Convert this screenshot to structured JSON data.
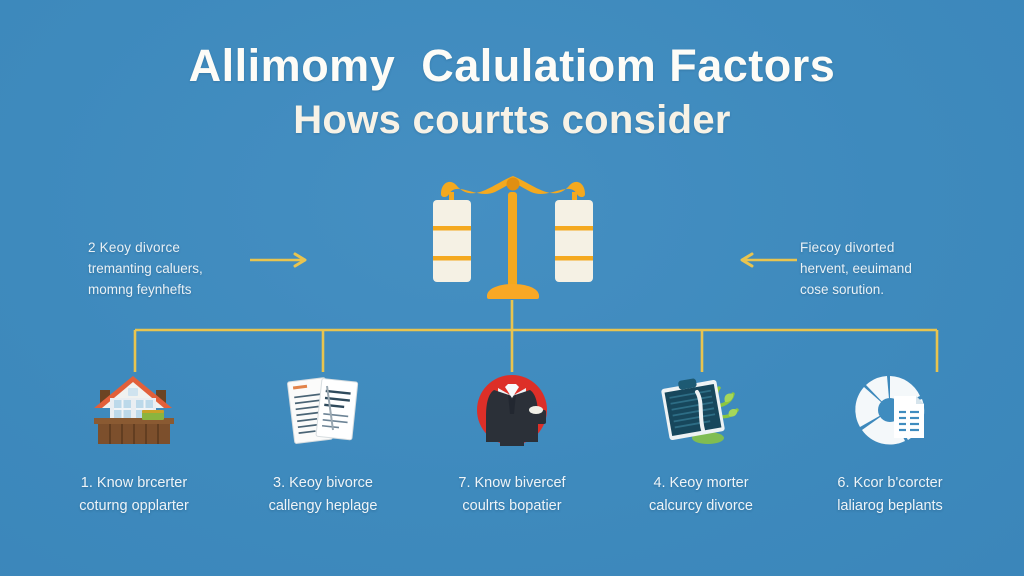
{
  "title": {
    "line1": "Allimomy  Calulatiom Factors",
    "line2": "Hows courtts consider"
  },
  "colors": {
    "background": "#3f8cbf",
    "accent_gold": "#f0b429",
    "line_gold": "#e8c44f",
    "title_text": "#fdfcf7",
    "subtitle_text": "#f7f2e6",
    "body_text": "#e9f1f6",
    "pan_cream": "#f5f1e4",
    "house_roof": "#e2603a",
    "house_body": "#8a5a32",
    "suit_circle": "#dd2f28",
    "clipboard": "#17475c",
    "plant_green": "#8cc63f"
  },
  "side_notes": {
    "left": {
      "lines": [
        "2  Keoy divorce",
        "tremanting caluers,",
        "momng feynhefts"
      ],
      "arrow": "arrow-right"
    },
    "right": {
      "lines": [
        "Fiecoy divorted",
        "hervent, eeuimand",
        "cose sorution."
      ],
      "arrow": "arrow-left"
    }
  },
  "center_icon": {
    "name": "balance-scales",
    "label": "balance-scales-icon"
  },
  "items": [
    {
      "icon": "courthouse-icon",
      "caption_lines": [
        "1. Know brcerter",
        "coturng opplarter"
      ]
    },
    {
      "icon": "documents-icon",
      "caption_lines": [
        "3. Keoy bivorce",
        "callengy heplage"
      ]
    },
    {
      "icon": "suit-person-icon",
      "caption_lines": [
        "7. Know bivercef",
        "coulrts bopatier"
      ]
    },
    {
      "icon": "clipboard-plant-icon",
      "caption_lines": [
        "4. Keoy morter",
        "calcurcy divorce"
      ]
    },
    {
      "icon": "pie-chart-document-icon",
      "caption_lines": [
        "6. Kcor b'corcter",
        "laliarog beplants"
      ]
    }
  ]
}
